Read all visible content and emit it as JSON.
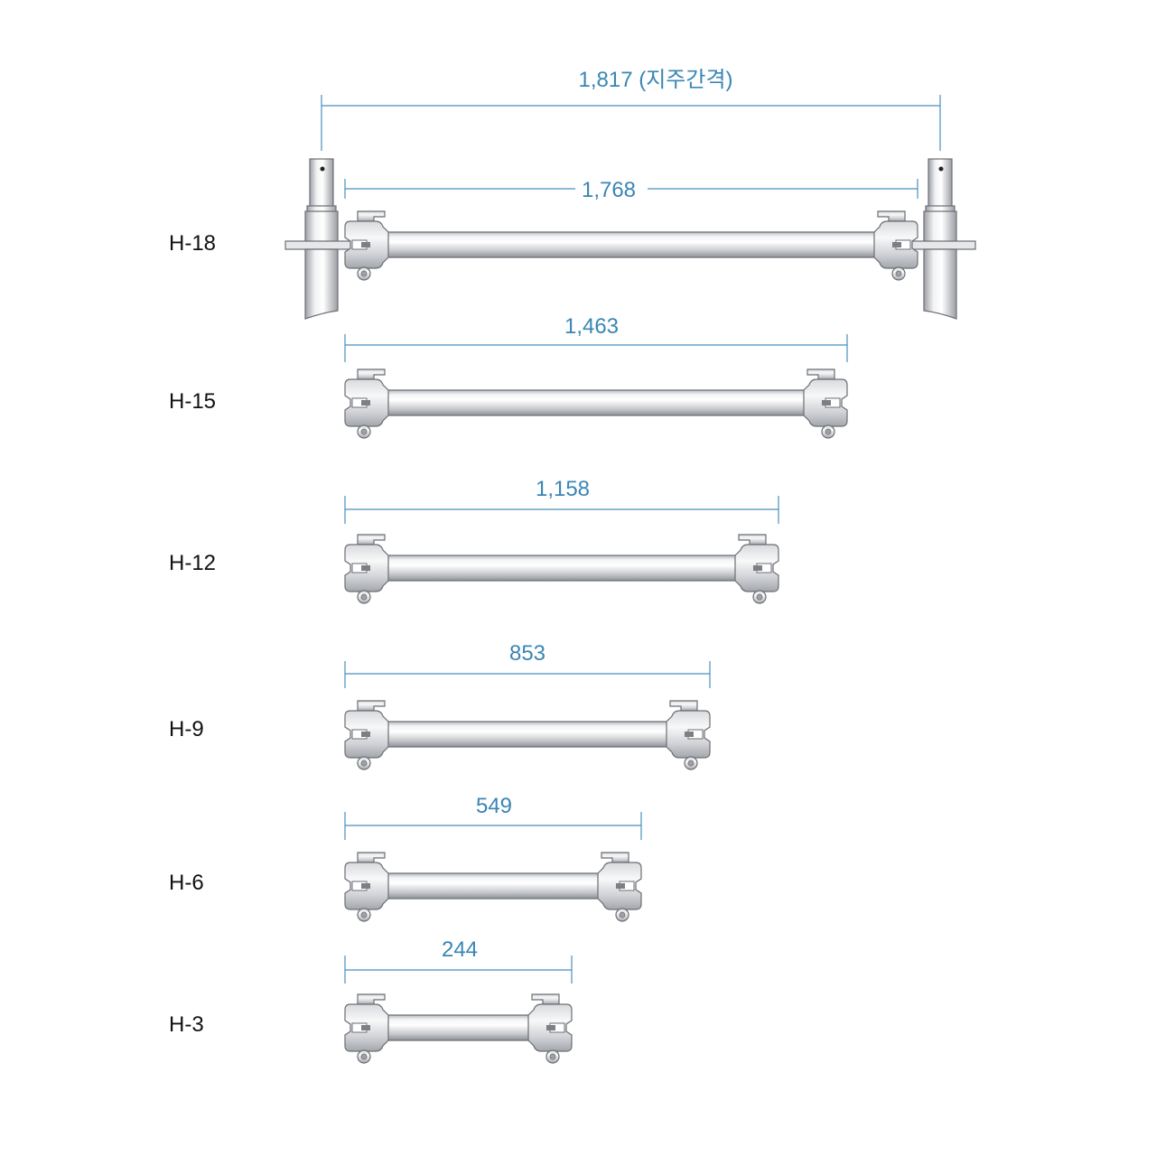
{
  "colors": {
    "dimension": "#3a86b4",
    "label": "#111111",
    "metal_light": "#f7f7f8",
    "metal_dark": "#8c8f94",
    "outline": "#6c6f74"
  },
  "posts_dimension": "1,817 (지주간격)",
  "ledgers": [
    {
      "label": "H-18",
      "dimension": "1,768"
    },
    {
      "label": "H-15",
      "dimension": "1,463"
    },
    {
      "label": "H-12",
      "dimension": "1,158"
    },
    {
      "label": "H-9",
      "dimension": "853"
    },
    {
      "label": "H-6",
      "dimension": "549"
    },
    {
      "label": "H-3",
      "dimension": "244"
    }
  ]
}
